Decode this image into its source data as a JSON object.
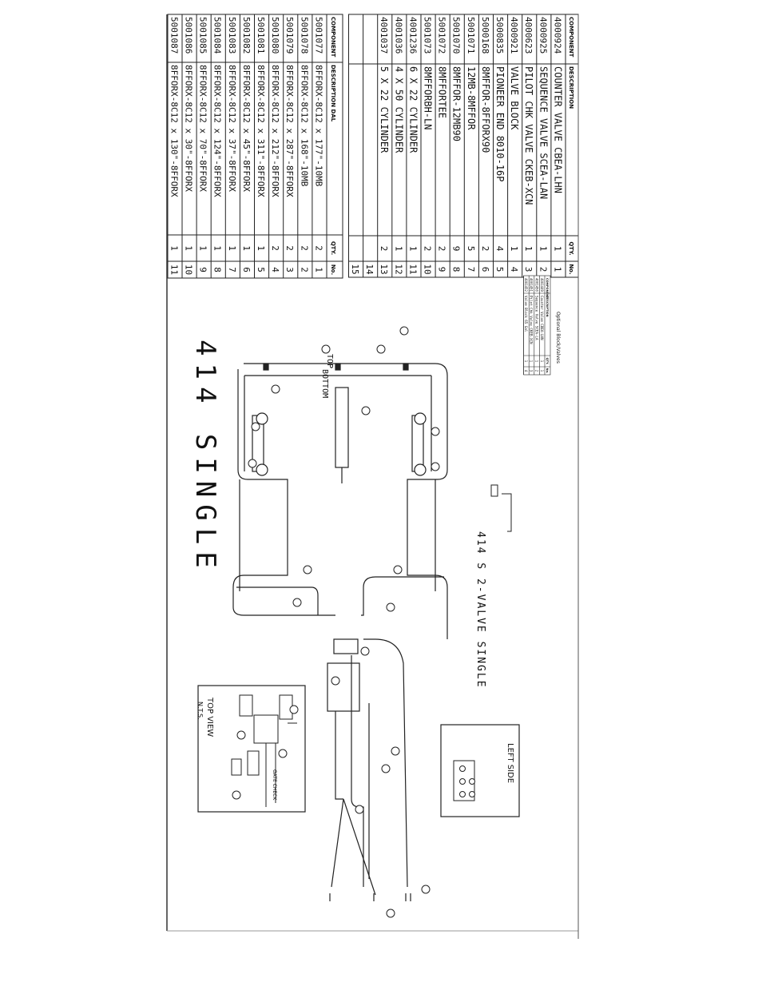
{
  "drawing": {
    "title": "414 SINGLE",
    "subtitle": "414 S 2-VALVE SINGLE",
    "top_label": "TOP",
    "bottom_label": "BOTTOM"
  },
  "table_main": {
    "headers": {
      "component": "COMPONENT",
      "description": "DESCRIPTION",
      "qty": "QTY.",
      "no": "No."
    },
    "rows": [
      {
        "component": "4000924",
        "description": "COUNTER VALVE CBEA-LHN",
        "qty": "1",
        "no": "1"
      },
      {
        "component": "4000925",
        "description": "SEQUENCE VALVE SCEA-LAN",
        "qty": "1",
        "no": "2"
      },
      {
        "component": "4000623",
        "description": "PILOT CHK VALVE CKEB-XCN",
        "qty": "1",
        "no": "3"
      },
      {
        "component": "4000921",
        "description": "VALVE BLOCK",
        "qty": "1",
        "no": "4"
      },
      {
        "component": "5000835",
        "description": "PIONEER END 8010-16P",
        "qty": "4",
        "no": "5"
      },
      {
        "component": "5000168",
        "description": "8MFFOR-8FFORX90",
        "qty": "2",
        "no": "6"
      },
      {
        "component": "5001071",
        "description": "12MB-8MFFOR",
        "qty": "5",
        "no": "7"
      },
      {
        "component": "5001070",
        "description": "8MFFOR-12MB90",
        "qty": "9",
        "no": "8"
      },
      {
        "component": "5001072",
        "description": "8MFFORTEE",
        "qty": "2",
        "no": "9"
      },
      {
        "component": "5001073",
        "description": "8MFFORBH-LN",
        "qty": "2",
        "no": "10"
      },
      {
        "component": "4001236",
        "description": "6 X 22 CYLINDER",
        "qty": "1",
        "no": "11"
      },
      {
        "component": "4001036",
        "description": "4 X 50 CYLINDER",
        "qty": "1",
        "no": "12"
      },
      {
        "component": "4001037",
        "description": "5 X 22 CYLINDER",
        "qty": "2",
        "no": "13"
      },
      {
        "component": "",
        "description": "",
        "qty": "",
        "no": "14"
      },
      {
        "component": "",
        "description": "",
        "qty": "",
        "no": "15"
      }
    ]
  },
  "table_hose": {
    "headers": {
      "component": "COMPONENT",
      "description": "DESCRIPTION  DAL",
      "qty": "QTY.",
      "no": "No."
    },
    "rows": [
      {
        "component": "5001077",
        "description": "8FFORX-8C12 x 177\"-10MB",
        "qty": "2",
        "no": "1"
      },
      {
        "component": "5001078",
        "description": "8FFORX-8C12 x 168\"-10MB",
        "qty": "2",
        "no": "2"
      },
      {
        "component": "5001079",
        "description": "8FFORX-8C12 x 287\"-8FFORX",
        "qty": "2",
        "no": "3"
      },
      {
        "component": "5001080",
        "description": "8FFORX-8C12 x 212\"-8FFORX",
        "qty": "2",
        "no": "4"
      },
      {
        "component": "5001081",
        "description": "8FFORX-8C12 x 311\"-8FFORX",
        "qty": "1",
        "no": "5"
      },
      {
        "component": "5001082",
        "description": "8FFORX-8C12 x 45\"-8FFORX",
        "qty": "1",
        "no": "6"
      },
      {
        "component": "5001083",
        "description": "8FFORX-8C12 x 37\"-8FFORX",
        "qty": "1",
        "no": "7"
      },
      {
        "component": "5001084",
        "description": "8FFORX-8C12 x 124\"-8FFORX",
        "qty": "1",
        "no": "8"
      },
      {
        "component": "5001085",
        "description": "8FFORX-8C12 x 70\"-8FFORX",
        "qty": "1",
        "no": "9"
      },
      {
        "component": "5001086",
        "description": "8FFORX-8C12 x 30\"-8FFORX",
        "qty": "1",
        "no": "10"
      },
      {
        "component": "5001087",
        "description": "8FFORX-8C12 x 130\"-8FFORX",
        "qty": "1",
        "no": "11"
      }
    ]
  },
  "optional_table": {
    "title": "Optional Block/Valves",
    "headers": {
      "component": "COMPONENT",
      "description": "DESCRIPTION",
      "qty": "QTY.",
      "no": "No."
    },
    "rows": [
      {
        "component": "4001449",
        "description": "Counter Valve CBEA-LHN",
        "qty": "1",
        "no": "1"
      },
      {
        "component": "4001450",
        "description": "Sequence Valve SCEA-LA",
        "qty": "1",
        "no": "2"
      },
      {
        "component": "4001451",
        "description": "Pilot Chk Valve CKEB-XCN",
        "qty": "1",
        "no": "3"
      },
      {
        "component": "4001452",
        "description": "Valve Block 65 Gal",
        "qty": "1",
        "no": "4"
      }
    ]
  },
  "insets": {
    "top_view_title": "TOP VIEW",
    "top_view_note": "N.T.S.",
    "left_side_title": "LEFT SIDE",
    "gate_label": "GATE CHECK"
  }
}
